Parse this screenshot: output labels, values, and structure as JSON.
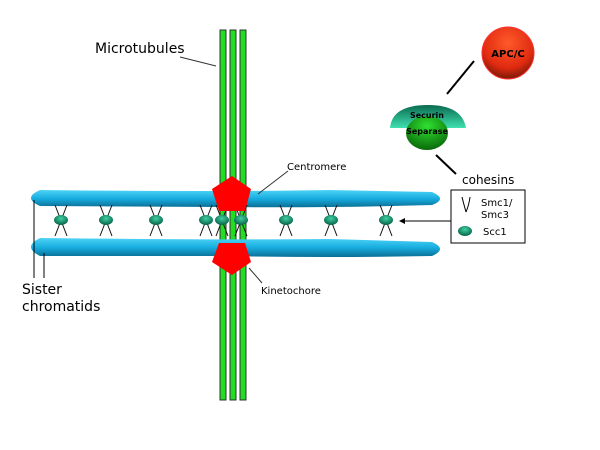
{
  "title": "Cohesin and sister chromatid cohesion diagram",
  "labels": {
    "microtubules": "Microtubules",
    "centromere": "Centromere",
    "kinetochore": "Kinetochore",
    "sister_chromatids_line1": "Sister",
    "sister_chromatids_line2": "chromatids",
    "apc_c": "APC/C",
    "securin": "Securin",
    "separase": "Separase",
    "cohesins": "cohesins"
  },
  "legend": {
    "items": [
      {
        "symbol": "v-shape",
        "label_line1": "Smc1/",
        "label_line2": "Smc3"
      },
      {
        "symbol": "green-ellipse",
        "label": "Scc1"
      }
    ]
  },
  "colors": {
    "chromatid": "#1ab0e0",
    "microtubule": "#22dd22",
    "kinetochore": "#ff0000",
    "cohesin": "#1a9a7a",
    "apc_c": "#d82010",
    "securin": "#20c890",
    "separase": "#22b022"
  },
  "cohesin_count": 9
}
